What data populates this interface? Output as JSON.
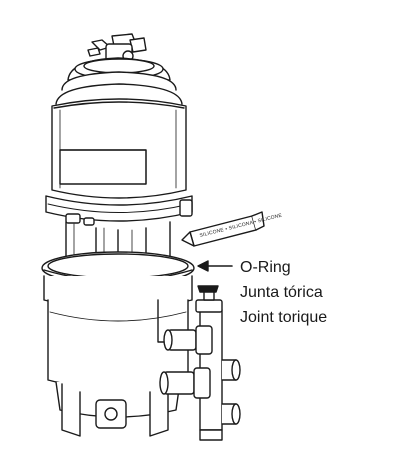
{
  "tube": {
    "label": "SILICONE • SILICONA • SILICONE"
  },
  "callout": {
    "lines": [
      "O-Ring",
      "Junta tórica",
      "Joint torique"
    ]
  },
  "colors": {
    "ink": "#1a1a1a",
    "paper": "#ffffff",
    "shade": "#e6e6e6"
  }
}
